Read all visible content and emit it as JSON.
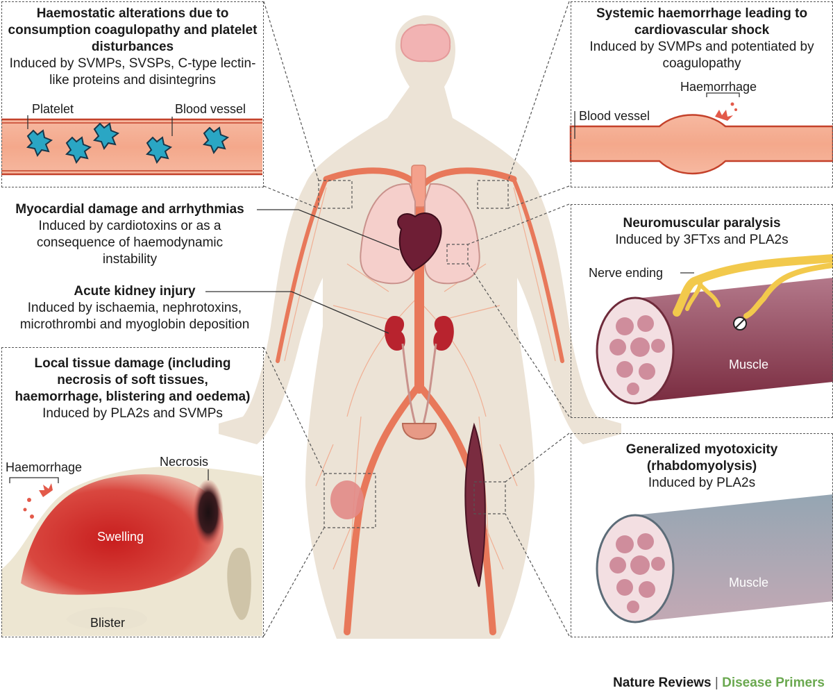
{
  "panels": {
    "haemostatic": {
      "title": "Haemostatic alterations due to consumption coagulopathy and platelet disturbances",
      "subtitle": "Induced by SVMPs, SVSPs, C-type lectin-like proteins and disintegrins",
      "label_platelet": "Platelet",
      "label_vessel": "Blood vessel"
    },
    "systemic": {
      "title": "Systemic haemorrhage leading to cardiovascular shock",
      "subtitle": "Induced by SVMPs and potentiated by coagulopathy",
      "label_haemorrhage": "Haemorrhage",
      "label_vessel": "Blood vessel"
    },
    "myocardial": {
      "title": "Myocardial damage and arrhythmias",
      "subtitle": "Induced by cardiotoxins or as a consequence of haemodynamic instability"
    },
    "kidney": {
      "title": "Acute kidney injury",
      "subtitle": "Induced by ischaemia, nephrotoxins, microthrombi and myoglobin deposition"
    },
    "neuromuscular": {
      "title": "Neuromuscular paralysis",
      "subtitle": "Induced by 3FTxs and PLA2s",
      "label_nerve": "Nerve ending",
      "label_muscle": "Muscle"
    },
    "local": {
      "title": "Local tissue damage (including necrosis of soft tissues, haemorrhage, blistering and oedema)",
      "subtitle": "Induced by PLA2s and SVMPs",
      "label_haemorrhage": "Haemorrhage",
      "label_necrosis": "Necrosis",
      "label_swelling": "Swelling",
      "label_blister": "Blister"
    },
    "myotoxicity": {
      "title": "Generalized myotoxicity (rhabdomyolysis)",
      "subtitle": "Induced by PLA2s",
      "label_muscle": "Muscle"
    }
  },
  "footer": {
    "journal": "Nature Reviews",
    "separator": "|",
    "series": "Disease Primers"
  },
  "colors": {
    "body": "#ece3d6",
    "vessel": "#f1a283",
    "vessel_outline": "#c4412a",
    "artery": "#e8785a",
    "platelet": "#2aa6c4",
    "muscle_red": "#8a3a4f",
    "muscle_grey": "#8c99a6",
    "nerve": "#f2c94c",
    "green_accent": "#6aa84f"
  }
}
